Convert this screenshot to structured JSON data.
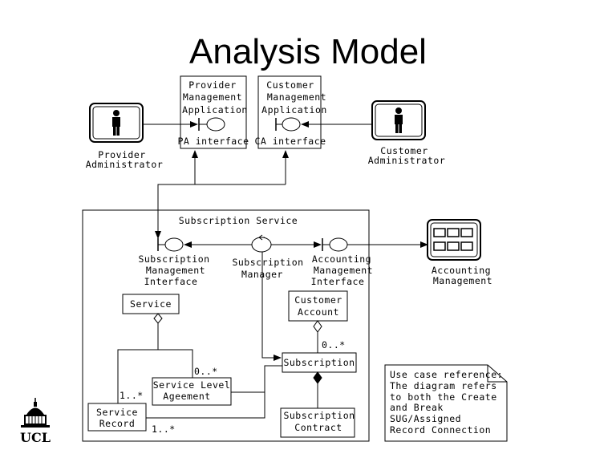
{
  "title": "Analysis Model",
  "apps": {
    "provider": [
      "Provider",
      "Management",
      "Application"
    ],
    "customer": [
      "Customer",
      "Management",
      "Application"
    ]
  },
  "interfaces": {
    "pa": "PA interface",
    "ca": "CA interface"
  },
  "actors": {
    "provider": [
      "Provider",
      "Administrator"
    ],
    "customer": [
      "Customer",
      "Administrator"
    ]
  },
  "subscription_service": {
    "label": "Subscription Service",
    "sub_mgmt_iface": [
      "Subscription",
      "Management",
      "Interface"
    ],
    "sub_manager": [
      "Subscription",
      "Manager"
    ],
    "acct_mgmt_iface": [
      "Accounting",
      "Management",
      "Interface"
    ],
    "service": "Service",
    "customer_account": [
      "Customer",
      "Account"
    ],
    "subscription": "Subscription",
    "sla": [
      "Service Level",
      "Ageement"
    ],
    "service_record": [
      "Service",
      "Record"
    ],
    "subscription_contract": [
      "Subscription",
      "Contract"
    ],
    "mult_0n_a": "0..*",
    "mult_0n_b": "0..*",
    "mult_1n_a": "1..*",
    "mult_1n_b": "1..*"
  },
  "accounting": [
    "Accounting",
    "Management"
  ],
  "note": [
    "Use case reference:",
    "The diagram refers",
    "to both the Create",
    "and Break",
    "SUG/Assigned",
    "Record Connection"
  ],
  "logo": "UCL"
}
